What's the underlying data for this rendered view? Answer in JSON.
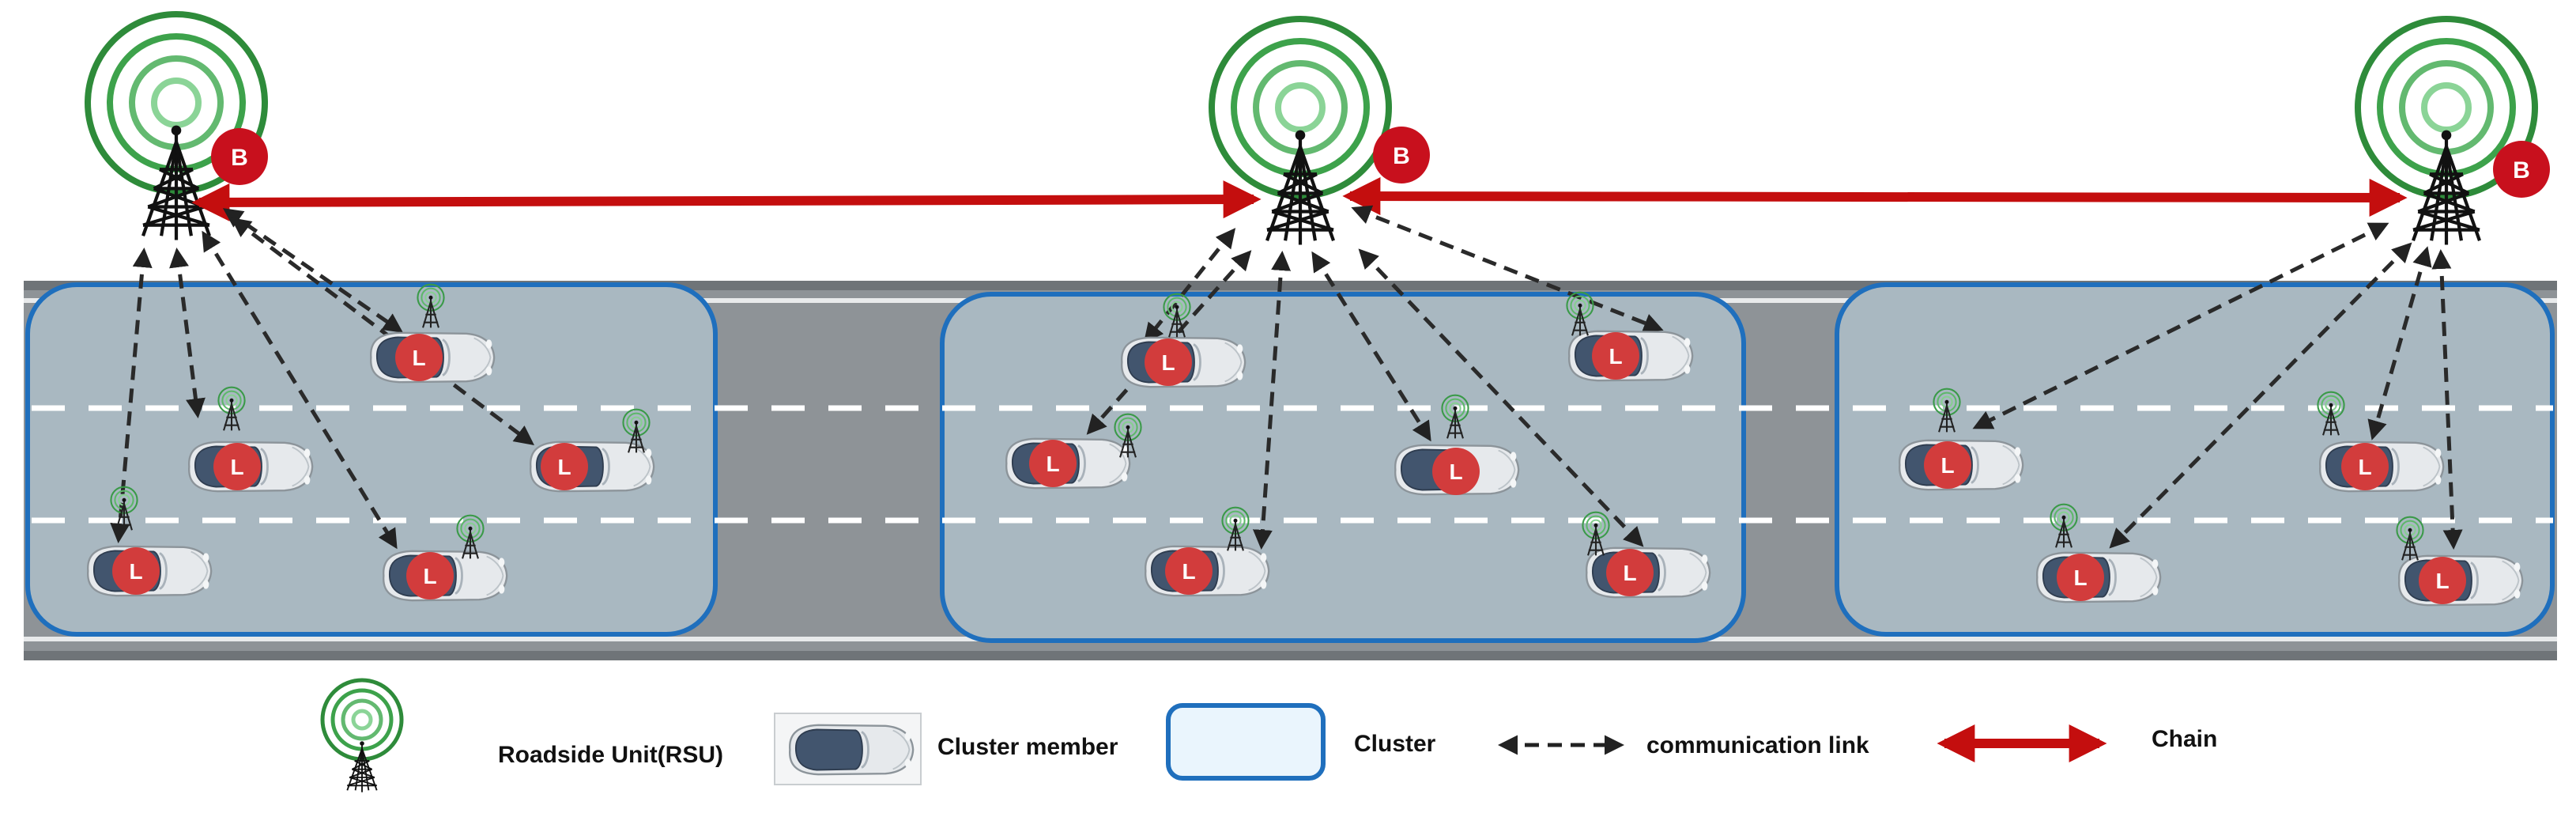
{
  "badges": {
    "rsu": "B",
    "car": "L"
  },
  "legend": {
    "rsu": "Roadside Unit(RSU)",
    "member": "Cluster member",
    "cluster": "Cluster",
    "link": "communication link",
    "chain": "Chain"
  },
  "colors": {
    "road": "#8e9397",
    "cluster_fill": "#a9b8c1",
    "cluster_stroke": "#1f6fbd",
    "chain": "#c40e0e",
    "badge": "#d23c3c",
    "rsu_badge": "#c8101d",
    "signal": "#2e8b3a"
  }
}
